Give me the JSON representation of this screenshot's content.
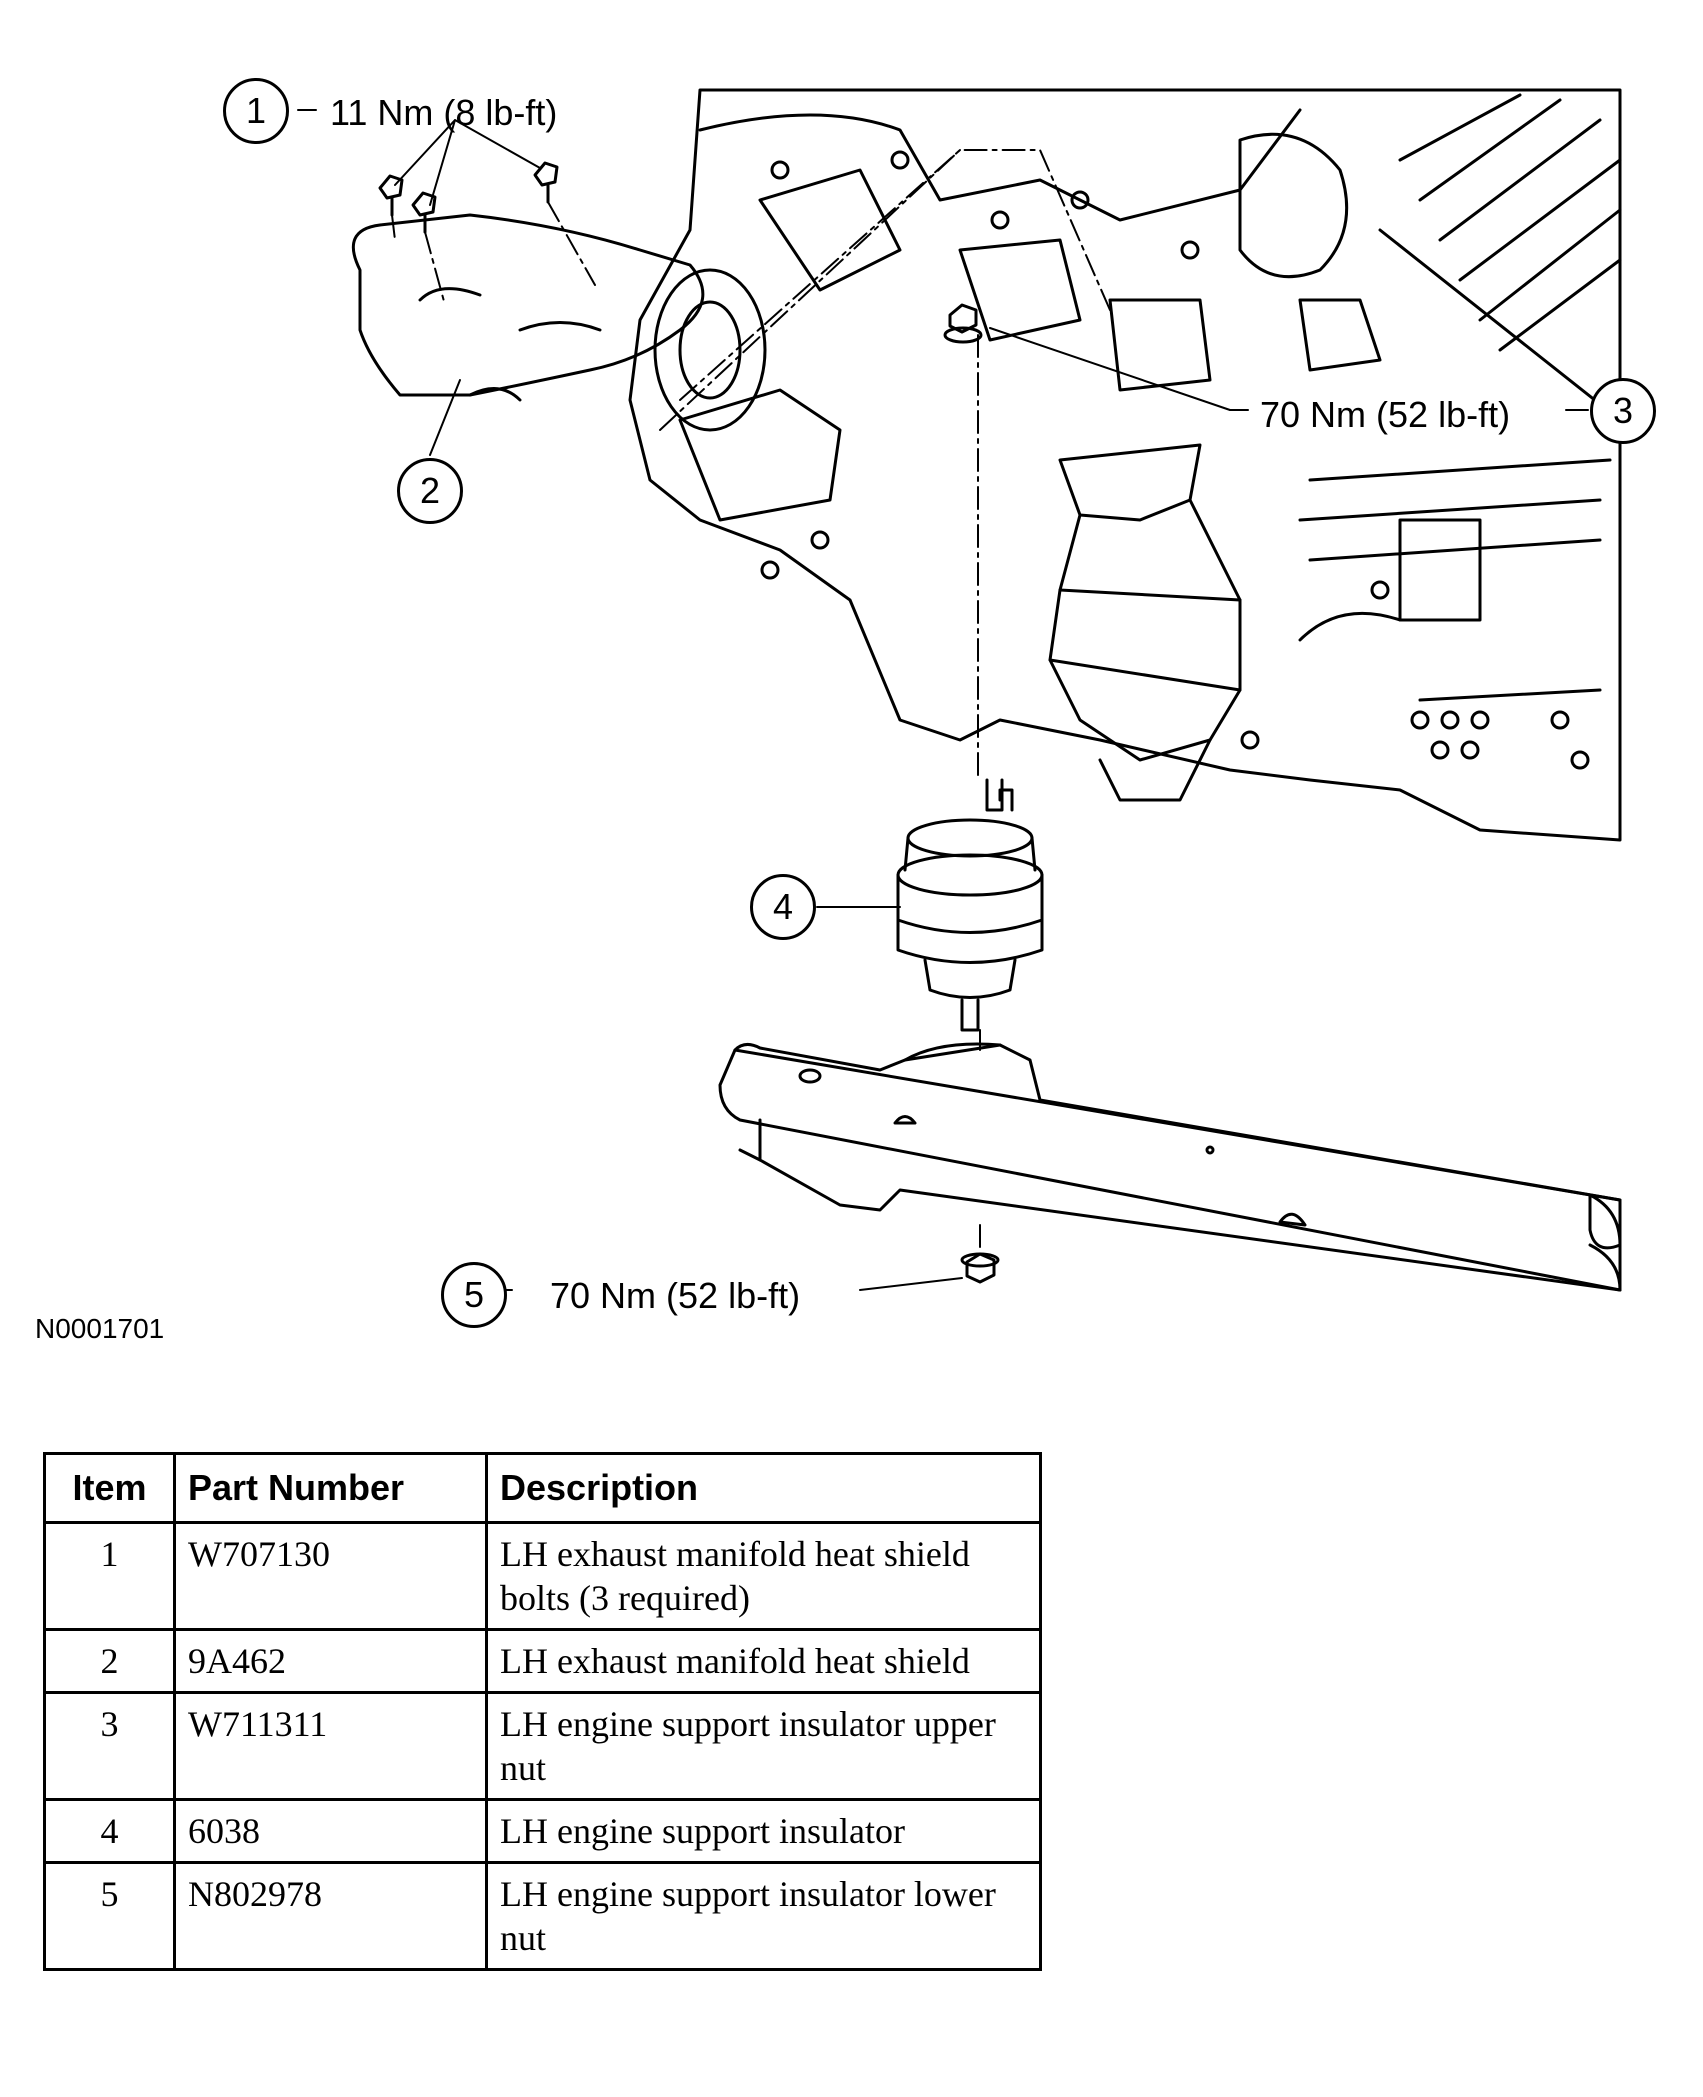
{
  "callouts": {
    "c1": {
      "number": "1",
      "torque": "11 Nm (8 lb-ft)"
    },
    "c2": {
      "number": "2"
    },
    "c3": {
      "number": "3",
      "torque": "70 Nm (52 lb-ft)"
    },
    "c4": {
      "number": "4"
    },
    "c5": {
      "number": "5",
      "torque": "70 Nm (52 lb-ft)"
    }
  },
  "figure_id": "N0001701",
  "table": {
    "headers": {
      "item": "Item",
      "part_number": "Part Number",
      "description": "Description"
    },
    "rows": [
      {
        "item": "1",
        "part_number": "W707130",
        "description": "LH exhaust manifold heat shield bolts (3 required)"
      },
      {
        "item": "2",
        "part_number": "9A462",
        "description": "LH exhaust manifold heat shield"
      },
      {
        "item": "3",
        "part_number": "W711311",
        "description": "LH engine support insulator upper nut"
      },
      {
        "item": "4",
        "part_number": "6038",
        "description": "LH engine support insulator"
      },
      {
        "item": "5",
        "part_number": "N802978",
        "description": "LH engine support insulator lower nut"
      }
    ]
  }
}
